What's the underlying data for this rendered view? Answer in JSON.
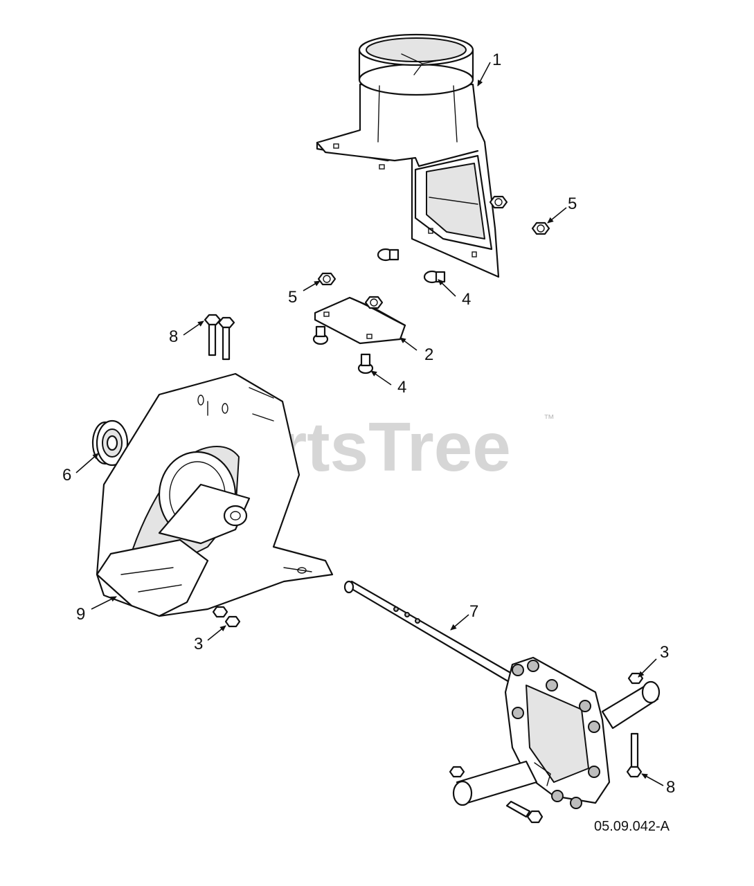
{
  "watermark": {
    "text": "PartsTree",
    "trademark": "™"
  },
  "drawing_code": "05.09.042-A",
  "callouts": [
    {
      "id": "c1",
      "label": "1"
    },
    {
      "id": "c5a",
      "label": "5"
    },
    {
      "id": "c5b",
      "label": "5"
    },
    {
      "id": "c4a",
      "label": "4"
    },
    {
      "id": "c8a",
      "label": "8"
    },
    {
      "id": "c2",
      "label": "2"
    },
    {
      "id": "c4b",
      "label": "4"
    },
    {
      "id": "c6",
      "label": "6"
    },
    {
      "id": "c9",
      "label": "9"
    },
    {
      "id": "c7",
      "label": "7"
    },
    {
      "id": "c3a",
      "label": "3"
    },
    {
      "id": "c3b",
      "label": "3"
    },
    {
      "id": "c8b",
      "label": "8"
    }
  ]
}
